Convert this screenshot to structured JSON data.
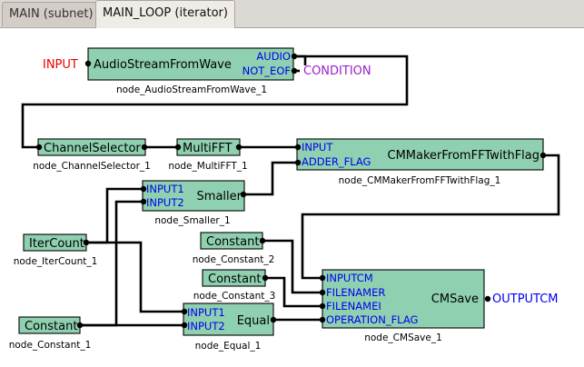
{
  "tabs": [
    {
      "label": "MAIN (subnet)"
    },
    {
      "label": "MAIN_LOOP (iterator)"
    }
  ],
  "external": {
    "input": "INPUT",
    "condition": "CONDITION",
    "outputcm": "OUTPUTCM"
  },
  "nodes": {
    "audio": {
      "title": "AudioStreamFromWave",
      "label": "node_AudioStreamFromWave_1",
      "outputs": [
        "AUDIO",
        "NOT_EOF"
      ]
    },
    "chsel": {
      "title": "ChannelSelector",
      "label": "node_ChannelSelector_1"
    },
    "mfft": {
      "title": "MultiFFT",
      "label": "node_MultiFFT_1"
    },
    "cmmaker": {
      "title": "CMMakerFromFFTwithFlag",
      "label": "node_CMMakerFromFFTwithFlag_1",
      "inputs": [
        "INPUT",
        "ADDER_FLAG"
      ]
    },
    "smaller": {
      "title": "Smaller",
      "label": "node_Smaller_1",
      "inputs": [
        "INPUT1",
        "INPUT2"
      ]
    },
    "itercount": {
      "title": "IterCount",
      "label": "node_IterCount_1"
    },
    "const2": {
      "title": "Constant",
      "label": "node_Constant_2"
    },
    "const3": {
      "title": "Constant",
      "label": "node_Constant_3"
    },
    "const1": {
      "title": "Constant",
      "label": "node_Constant_1"
    },
    "equal": {
      "title": "Equal",
      "label": "node_Equal_1",
      "inputs": [
        "INPUT1",
        "INPUT2"
      ]
    },
    "cmsave": {
      "title": "CMSave",
      "label": "node_CMSave_1",
      "inputs": [
        "INPUTCM",
        "FILENAMER",
        "FILENAMEI",
        "OPERATION_FLAG"
      ]
    }
  }
}
